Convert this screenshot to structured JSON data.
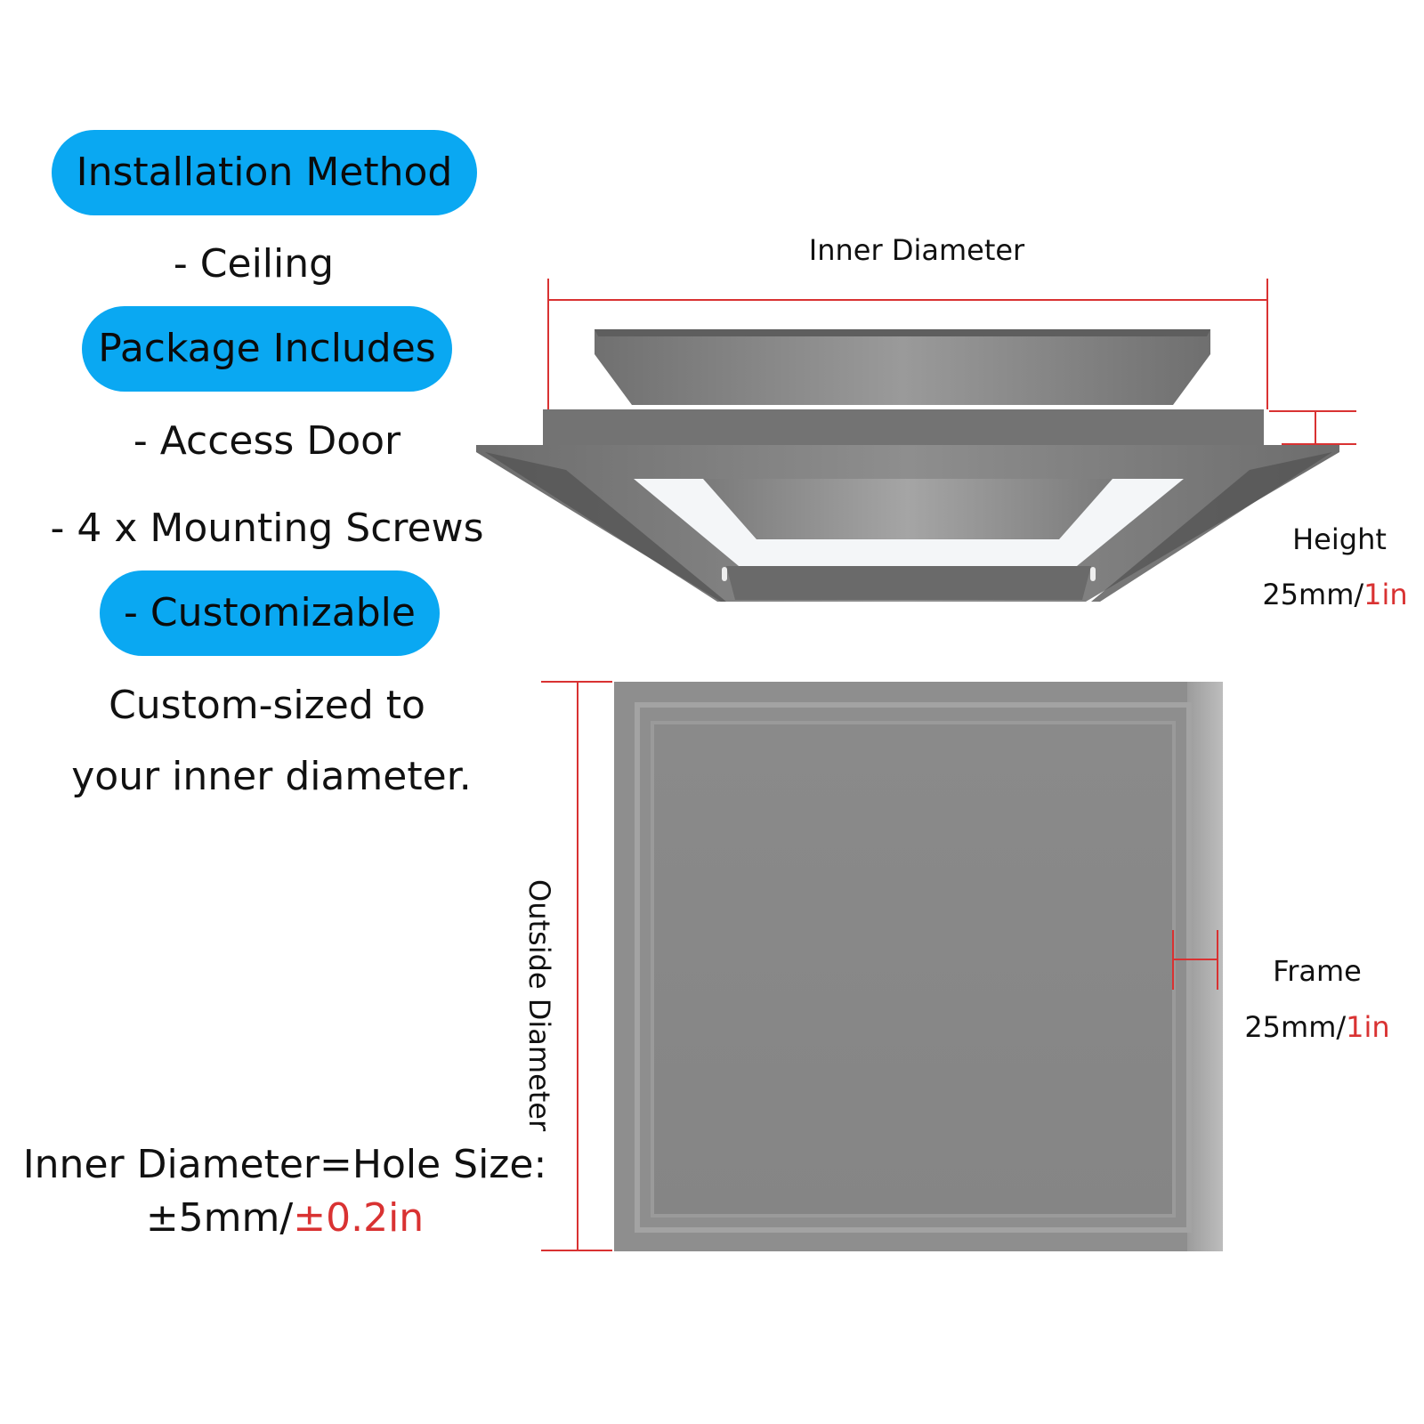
{
  "left_panel": {
    "installation_method_label": "Installation Method",
    "installation_method_value": "- Ceiling",
    "package_includes_label": "Package Includes",
    "package_item_1": "- Access Door",
    "package_item_2": "- 4 x Mounting Screws",
    "customizable_label": "- Customizable",
    "custom_line_1": "Custom-sized to",
    "custom_line_2": "your inner diameter."
  },
  "dimensions": {
    "inner_diameter": "Inner Diameter",
    "height_label": "Height",
    "height_metric": "25mm/",
    "height_imperial": "1in",
    "outside_diameter": "Outside Diameter",
    "frame_label": "Frame",
    "frame_metric": "25mm/",
    "frame_imperial": "1in"
  },
  "tolerance": {
    "line_1": "Inner Diameter=Hole Size:",
    "metric": "±5mm/",
    "imperial": "±0.2in"
  },
  "colors": {
    "pill_blue": "#0aa8f2",
    "dimension_red": "#d93232",
    "frame_gray": "#8a8a8a"
  }
}
